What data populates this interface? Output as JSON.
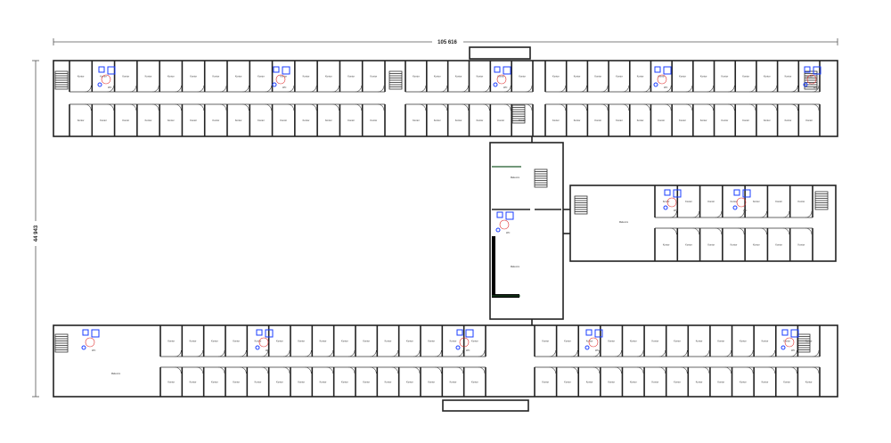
{
  "title_dimensions": {
    "width_label": "105 616",
    "height_label": "44 943"
  },
  "labels": {
    "room": "Kontor",
    "meeting": "Møterom",
    "wc": "WC"
  },
  "colors": {
    "walls": "#222222",
    "fixtures": "#1a3cff",
    "accessibility_circle": "#e03030",
    "partition": "#1f5a2a"
  }
}
